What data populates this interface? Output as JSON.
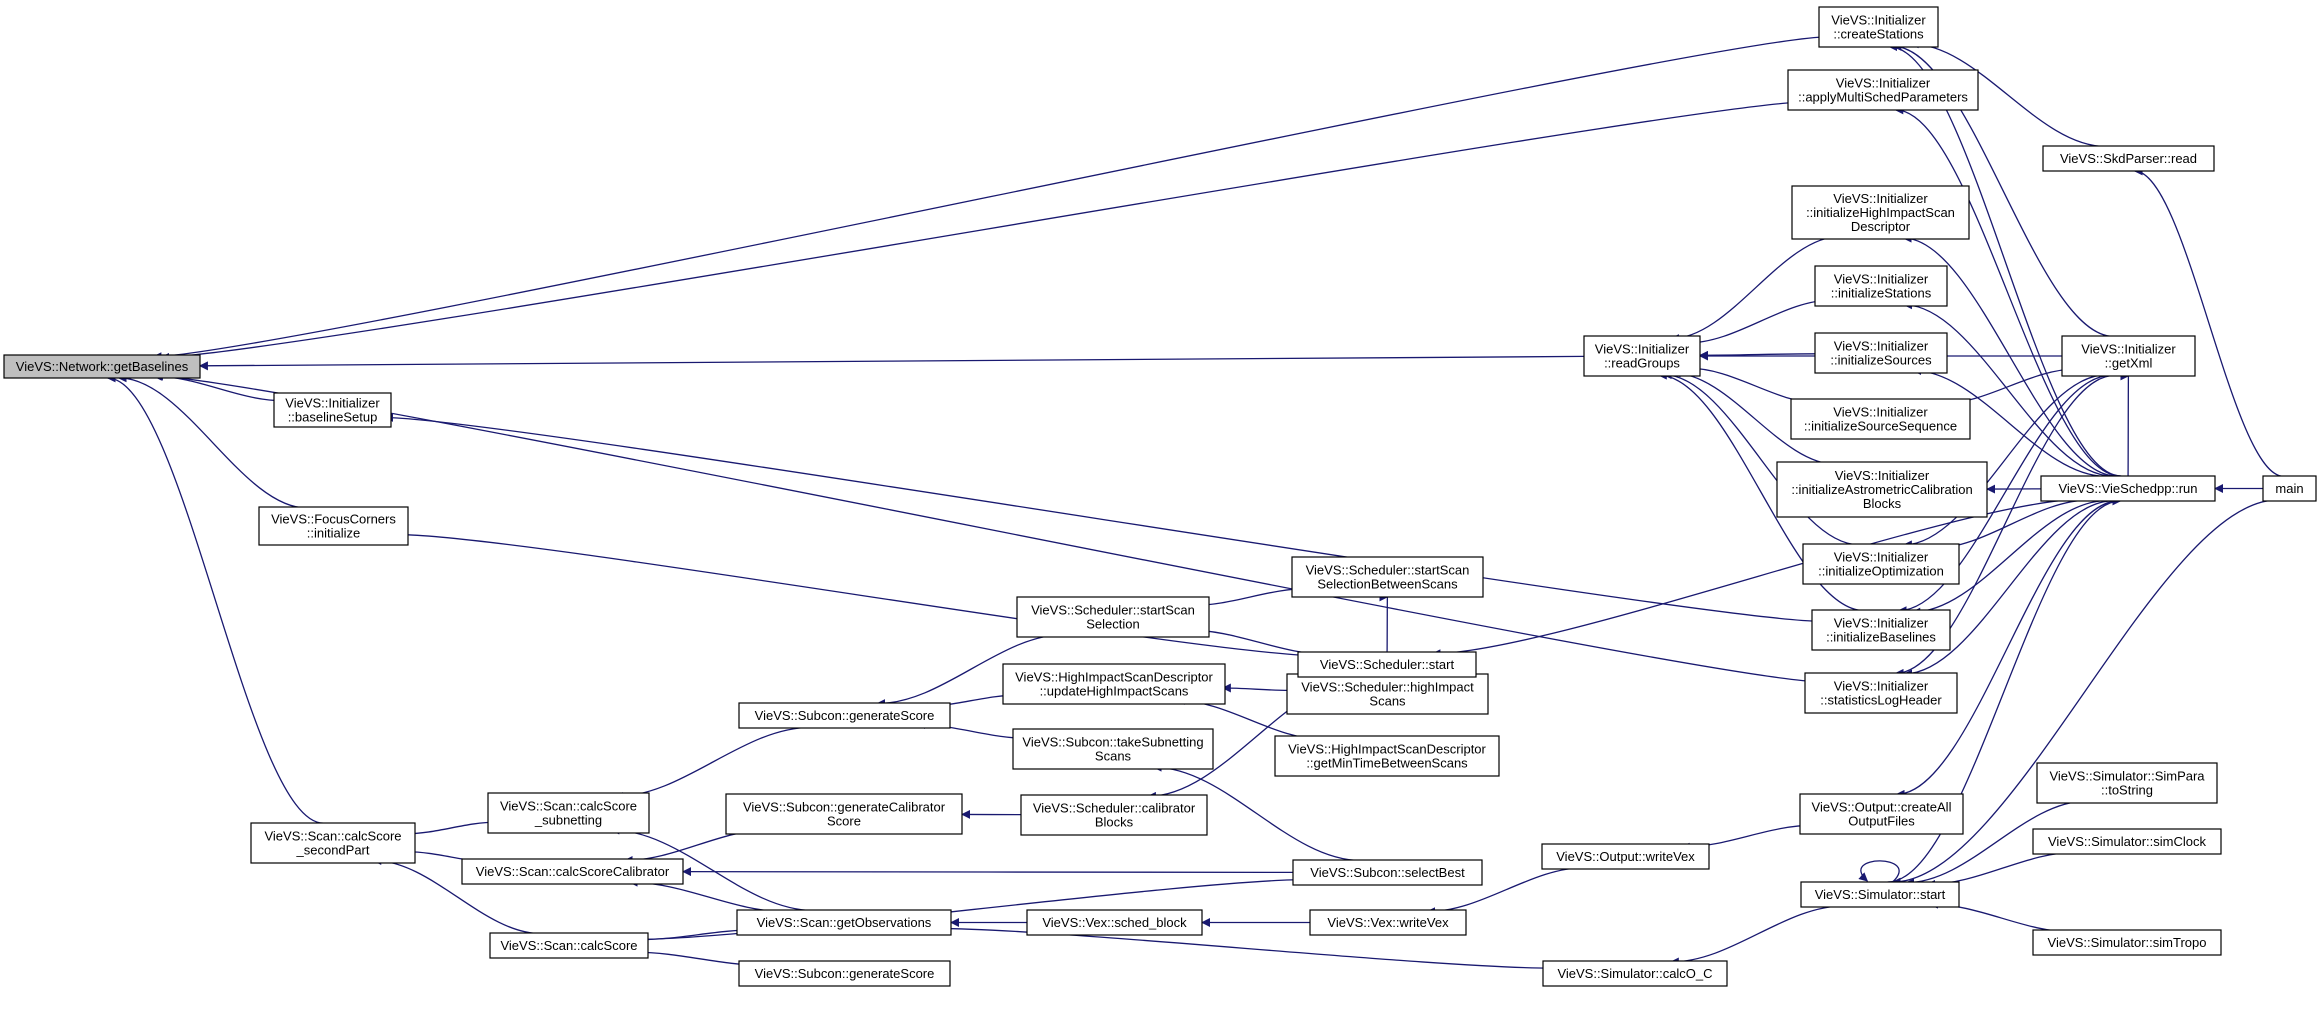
{
  "style": {
    "edge_color": "#191970",
    "node_border": "#000000",
    "node_fill": "#ffffff",
    "focus_fill": "#bfbfbf",
    "background": "#ffffff"
  },
  "diagram": {
    "root": "getBaselines",
    "nodes": [
      {
        "id": "getBaselines",
        "lines": [
          "VieVS::Network::getBaselines"
        ],
        "focus": true
      },
      {
        "id": "baselineSetup",
        "lines": [
          "VieVS::Initializer",
          "::baselineSetup"
        ]
      },
      {
        "id": "fcInitialize",
        "lines": [
          "VieVS::FocusCorners",
          "::initialize"
        ]
      },
      {
        "id": "calcScoreSecondPart",
        "lines": [
          "VieVS::Scan::calcScore",
          "_secondPart"
        ]
      },
      {
        "id": "calcScoreSubnetting",
        "lines": [
          "VieVS::Scan::calcScore",
          "_subnetting"
        ]
      },
      {
        "id": "calcScoreCalibrator",
        "lines": [
          "VieVS::Scan::calcScoreCalibrator"
        ]
      },
      {
        "id": "calcScore",
        "lines": [
          "VieVS::Scan::calcScore"
        ]
      },
      {
        "id": "subconGenerateScore1",
        "lines": [
          "VieVS::Subcon::generateScore"
        ]
      },
      {
        "id": "subconGenCalibScore",
        "lines": [
          "VieVS::Subcon::generateCalibrator",
          "Score"
        ]
      },
      {
        "id": "getObservations",
        "lines": [
          "VieVS::Scan::getObservations"
        ]
      },
      {
        "id": "subconGenerateScore2",
        "lines": [
          "VieVS::Subcon::generateScore"
        ]
      },
      {
        "id": "startScanSelection",
        "lines": [
          "VieVS::Scheduler::startScan",
          "Selection"
        ]
      },
      {
        "id": "updateHighImpactScans",
        "lines": [
          "VieVS::HighImpactScanDescriptor",
          "::updateHighImpactScans"
        ]
      },
      {
        "id": "takeSubnettingScans",
        "lines": [
          "VieVS::Subcon::takeSubnetting",
          "Scans"
        ]
      },
      {
        "id": "calibratorBlocks",
        "lines": [
          "VieVS::Scheduler::calibrator",
          "Blocks"
        ]
      },
      {
        "id": "schedBlock",
        "lines": [
          "VieVS::Vex::sched_block"
        ]
      },
      {
        "id": "startScanSelBetween",
        "lines": [
          "VieVS::Scheduler::startScan",
          "SelectionBetweenScans"
        ]
      },
      {
        "id": "schedHighImpactScans",
        "lines": [
          "VieVS::Scheduler::highImpact",
          "Scans"
        ]
      },
      {
        "id": "getMinTimeBetweenScans",
        "lines": [
          "VieVS::HighImpactScanDescriptor",
          "::getMinTimeBetweenScans"
        ]
      },
      {
        "id": "subconSelectBest",
        "lines": [
          "VieVS::Subcon::selectBest"
        ]
      },
      {
        "id": "vexWriteVex",
        "lines": [
          "VieVS::Vex::writeVex"
        ]
      },
      {
        "id": "schedulerStart",
        "lines": [
          "VieVS::Scheduler::start"
        ]
      },
      {
        "id": "outputWriteVex",
        "lines": [
          "VieVS::Output::writeVex"
        ]
      },
      {
        "id": "simCalcOC",
        "lines": [
          "VieVS::Simulator::calcO_C"
        ]
      },
      {
        "id": "readGroups",
        "lines": [
          "VieVS::Initializer",
          "::readGroups"
        ]
      },
      {
        "id": "createStations",
        "lines": [
          "VieVS::Initializer",
          "::createStations"
        ]
      },
      {
        "id": "applyMultiSched",
        "lines": [
          "VieVS::Initializer",
          "::applyMultiSchedParameters"
        ]
      },
      {
        "id": "initHighImpact",
        "lines": [
          "VieVS::Initializer",
          "::initializeHighImpactScan",
          "Descriptor"
        ]
      },
      {
        "id": "initStations",
        "lines": [
          "VieVS::Initializer",
          "::initializeStations"
        ]
      },
      {
        "id": "initSources",
        "lines": [
          "VieVS::Initializer",
          "::initializeSources"
        ]
      },
      {
        "id": "initSourceSequence",
        "lines": [
          "VieVS::Initializer",
          "::initializeSourceSequence"
        ]
      },
      {
        "id": "initAstrometric",
        "lines": [
          "VieVS::Initializer",
          "::initializeAstrometricCalibration",
          "Blocks"
        ]
      },
      {
        "id": "initOptimization",
        "lines": [
          "VieVS::Initializer",
          "::initializeOptimization"
        ]
      },
      {
        "id": "initBaselines",
        "lines": [
          "VieVS::Initializer",
          "::initializeBaselines"
        ]
      },
      {
        "id": "statisticsLogHeader",
        "lines": [
          "VieVS::Initializer",
          "::statisticsLogHeader"
        ]
      },
      {
        "id": "createAllOutputFiles",
        "lines": [
          "VieVS::Output::createAll",
          "OutputFiles"
        ]
      },
      {
        "id": "simulatorStart",
        "lines": [
          "VieVS::Simulator::start"
        ]
      },
      {
        "id": "skdParserRead",
        "lines": [
          "VieVS::SkdParser::read"
        ]
      },
      {
        "id": "getXml",
        "lines": [
          "VieVS::Initializer",
          "::getXml"
        ]
      },
      {
        "id": "vieSchedppRun",
        "lines": [
          "VieVS::VieSchedpp::run"
        ]
      },
      {
        "id": "simParaToString",
        "lines": [
          "VieVS::Simulator::SimPara",
          "::toString"
        ]
      },
      {
        "id": "simClock",
        "lines": [
          "VieVS::Simulator::simClock"
        ]
      },
      {
        "id": "simTropo",
        "lines": [
          "VieVS::Simulator::simTropo"
        ]
      },
      {
        "id": "main",
        "lines": [
          "main"
        ]
      }
    ],
    "edges": [
      [
        "baselineSetup",
        "getBaselines"
      ],
      [
        "fcInitialize",
        "getBaselines"
      ],
      [
        "calcScoreSecondPart",
        "getBaselines"
      ],
      [
        "readGroups",
        "getBaselines"
      ],
      [
        "createStations",
        "getBaselines"
      ],
      [
        "applyMultiSched",
        "getBaselines"
      ],
      [
        "initBaselines",
        "baselineSetup"
      ],
      [
        "statisticsLogHeader",
        "getBaselines"
      ],
      [
        "schedulerStart",
        "fcInitialize"
      ],
      [
        "calcScoreSubnetting",
        "calcScoreSecondPart"
      ],
      [
        "calcScoreCalibrator",
        "calcScoreSecondPart"
      ],
      [
        "calcScore",
        "calcScoreSecondPart"
      ],
      [
        "subconGenerateScore1",
        "calcScoreSubnetting"
      ],
      [
        "getObservations",
        "calcScoreSubnetting"
      ],
      [
        "subconGenCalibScore",
        "calcScoreCalibrator"
      ],
      [
        "subconSelectBest",
        "calcScoreCalibrator"
      ],
      [
        "getObservations",
        "calcScoreCalibrator"
      ],
      [
        "getObservations",
        "calcScore"
      ],
      [
        "subconGenerateScore2",
        "calcScore"
      ],
      [
        "subconSelectBest",
        "calcScore"
      ],
      [
        "startScanSelection",
        "subconGenerateScore1"
      ],
      [
        "updateHighImpactScans",
        "subconGenerateScore1"
      ],
      [
        "takeSubnettingScans",
        "subconGenerateScore1"
      ],
      [
        "calibratorBlocks",
        "subconGenCalibScore"
      ],
      [
        "schedBlock",
        "getObservations"
      ],
      [
        "simCalcOC",
        "getObservations"
      ],
      [
        "startScanSelBetween",
        "startScanSelection"
      ],
      [
        "schedulerStart",
        "startScanSelection"
      ],
      [
        "schedHighImpactScans",
        "updateHighImpactScans"
      ],
      [
        "getMinTimeBetweenScans",
        "updateHighImpactScans"
      ],
      [
        "subconSelectBest",
        "takeSubnettingScans"
      ],
      [
        "schedulerStart",
        "calibratorBlocks"
      ],
      [
        "vexWriteVex",
        "schedBlock"
      ],
      [
        "schedulerStart",
        "startScanSelBetween"
      ],
      [
        "schedulerStart",
        "schedHighImpactScans"
      ],
      [
        "outputWriteVex",
        "vexWriteVex"
      ],
      [
        "vieSchedppRun",
        "schedulerStart"
      ],
      [
        "createAllOutputFiles",
        "outputWriteVex"
      ],
      [
        "simulatorStart",
        "simCalcOC"
      ],
      [
        "initHighImpact",
        "readGroups"
      ],
      [
        "initStations",
        "readGroups"
      ],
      [
        "initSources",
        "readGroups"
      ],
      [
        "initSourceSequence",
        "readGroups"
      ],
      [
        "initAstrometric",
        "readGroups"
      ],
      [
        "initOptimization",
        "readGroups"
      ],
      [
        "initBaselines",
        "readGroups"
      ],
      [
        "getXml",
        "readGroups"
      ],
      [
        "vieSchedppRun",
        "createStations"
      ],
      [
        "getXml",
        "createStations"
      ],
      [
        "skdParserRead",
        "createStations"
      ],
      [
        "vieSchedppRun",
        "applyMultiSched"
      ],
      [
        "vieSchedppRun",
        "initHighImpact"
      ],
      [
        "vieSchedppRun",
        "initStations"
      ],
      [
        "vieSchedppRun",
        "initSources"
      ],
      [
        "getXml",
        "initSourceSequence"
      ],
      [
        "vieSchedppRun",
        "initAstrometric"
      ],
      [
        "vieSchedppRun",
        "initOptimization"
      ],
      [
        "getXml",
        "initOptimization"
      ],
      [
        "vieSchedppRun",
        "initBaselines"
      ],
      [
        "getXml",
        "initBaselines"
      ],
      [
        "vieSchedppRun",
        "statisticsLogHeader"
      ],
      [
        "getXml",
        "statisticsLogHeader"
      ],
      [
        "vieSchedppRun",
        "createAllOutputFiles"
      ],
      [
        "simulatorStart",
        "simulatorStart"
      ],
      [
        "vieSchedppRun",
        "getXml"
      ],
      [
        "main",
        "vieSchedppRun"
      ],
      [
        "main",
        "skdParserRead"
      ],
      [
        "simulatorStart",
        "vieSchedppRun"
      ],
      [
        "simParaToString",
        "simulatorStart"
      ],
      [
        "simClock",
        "simulatorStart"
      ],
      [
        "simTropo",
        "simulatorStart"
      ],
      [
        "main",
        "simulatorStart"
      ]
    ]
  }
}
